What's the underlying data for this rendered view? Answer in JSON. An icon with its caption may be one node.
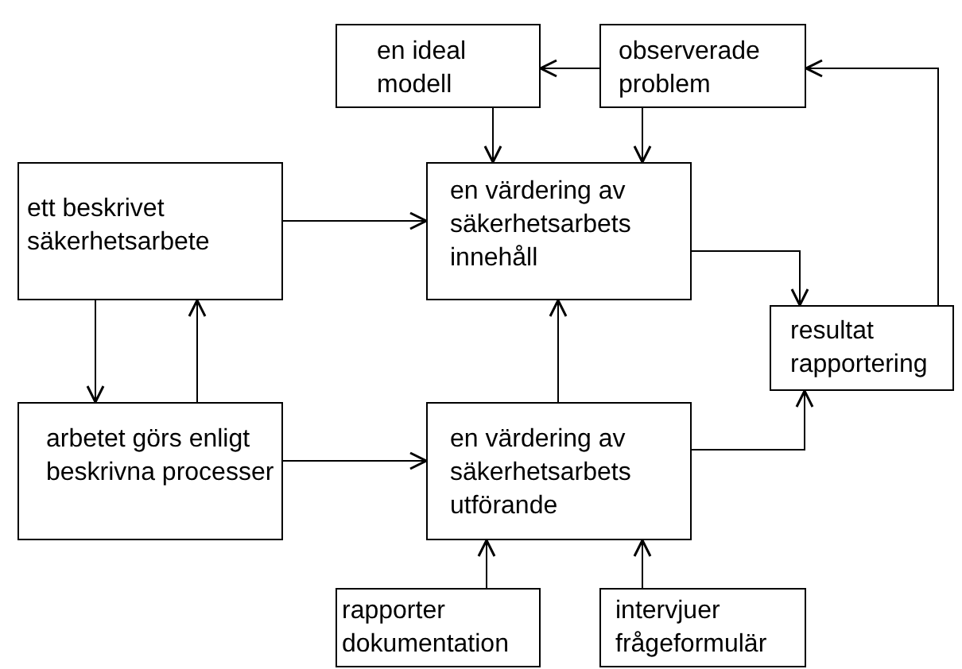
{
  "diagram": {
    "nodes": [
      {
        "text": [
          "en ideal modell"
        ]
      },
      {
        "text": [
          "observerade problem"
        ]
      },
      {
        "text": [
          "ett beskrivet säkerhetsarbete"
        ]
      },
      {
        "text": [
          "en värdering av säkerhetsarbets innehåll"
        ]
      },
      {
        "text": [
          "resultat rapportering"
        ]
      },
      {
        "text": [
          "arbetet görs enligt beskrivna processer"
        ]
      },
      {
        "text": [
          "en värdering av säkerhetsarbets utförande"
        ]
      },
      {
        "text": [
          "rapporter dokumentation"
        ]
      },
      {
        "text": [
          "intervjuer frågeformulär"
        ]
      }
    ],
    "edges": [
      {
        "from": 1,
        "to": 0,
        "arrow": "to"
      },
      {
        "from": 0,
        "to": 3,
        "arrow": "to"
      },
      {
        "from": 1,
        "to": 3,
        "arrow": "to"
      },
      {
        "from": 2,
        "to": 3,
        "arrow": "to"
      },
      {
        "from": 3,
        "to": 4,
        "arrow": "to"
      },
      {
        "from": 4,
        "to": 1,
        "arrow": "to"
      },
      {
        "from": 2,
        "to": 5,
        "arrow": "to"
      },
      {
        "from": 5,
        "to": 2,
        "arrow": "to"
      },
      {
        "from": 6,
        "to": 3,
        "arrow": "to"
      },
      {
        "from": 5,
        "to": 6,
        "arrow": "to"
      },
      {
        "from": 6,
        "to": 4,
        "arrow": "to"
      },
      {
        "from": 7,
        "to": 6,
        "arrow": "to"
      },
      {
        "from": 8,
        "to": 6,
        "arrow": "to"
      }
    ]
  }
}
